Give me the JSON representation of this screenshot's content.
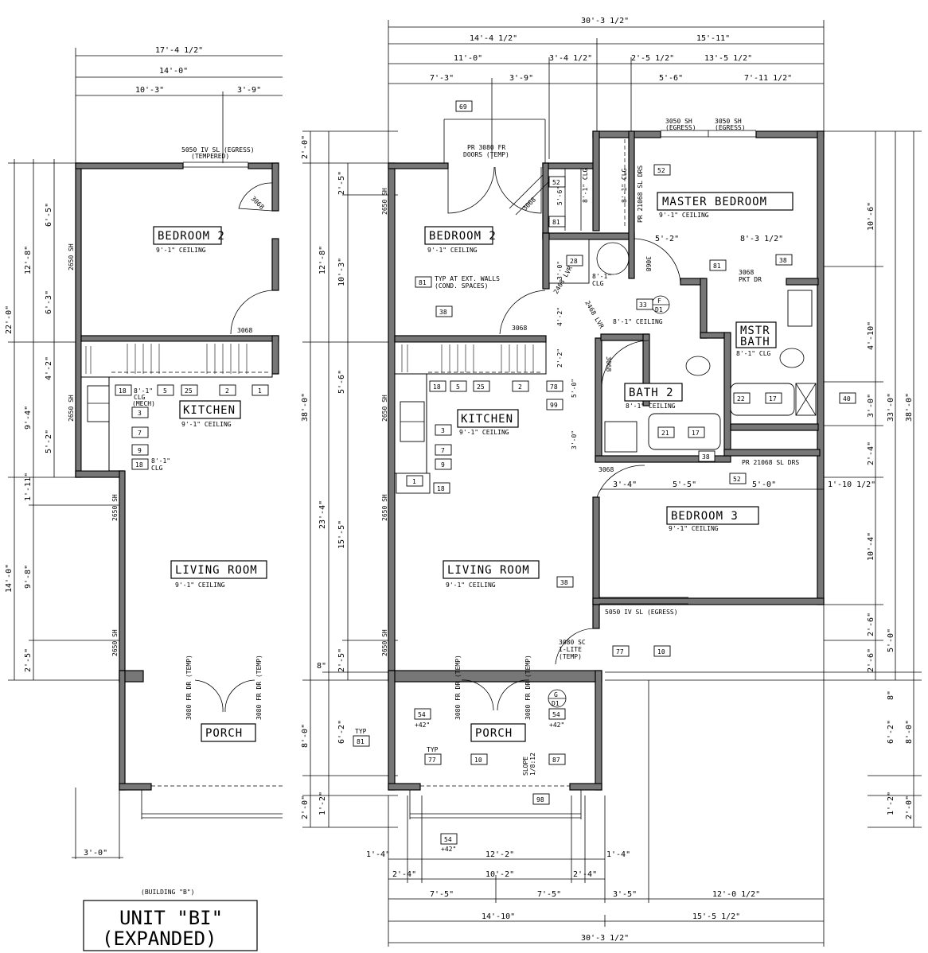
{
  "title_block": {
    "building": "(BUILDING \"B\")",
    "unit_line1": "UNIT \"BI\"",
    "unit_line2": "(EXPANDED)"
  },
  "left_plan": {
    "top_dims": [
      "17'-4 1/2\"",
      "14'-0\"",
      "10'-3\"",
      "3'-9\""
    ],
    "left_dims": [
      "22'-0\"",
      "12'-8\"",
      "6'-5\"",
      "6'-3\"",
      "9'-4\"",
      "4'-2\"",
      "5'-2\"",
      "14'-0\"",
      "1'-11\"",
      "9'-8\"",
      "2'-5\""
    ],
    "bottom_dim": "3'-0\"",
    "window_top": "5050 IV SL (EGRESS)",
    "window_top_sub": "(TEMPERED)",
    "windows_side": [
      "2650 SH",
      "2650 SH",
      "2650 SH",
      "2650 SH"
    ],
    "door": "3068",
    "door2": "3068",
    "rooms": {
      "bedroom": "BEDROOM 2",
      "bedroom_ceiling": "9'-1\" CEILING",
      "kitchen": "KITCHEN",
      "kitchen_ceiling": "9'-1\" CEILING",
      "living": "LIVING ROOM",
      "living_ceiling": "9'-1\" CEILING",
      "porch": "PORCH"
    },
    "clg_mech": [
      "8'-1\"",
      "CLG",
      "(MECH)"
    ],
    "clg_small": [
      "8'-1\"",
      "CLG"
    ],
    "porch_doors": [
      "3080 FR DR (TEMP)",
      "3080 FR DR (TEMP)"
    ],
    "tags": [
      "18",
      "5",
      "25",
      "2",
      "1",
      "3",
      "7",
      "9",
      "18"
    ]
  },
  "right_plan": {
    "top_dims": [
      "30'-3 1/2\"",
      "14'-4 1/2\"",
      "15'-11\"",
      "11'-0\"",
      "3'-4 1/2\"",
      "2'-5 1/2\"",
      "13'-5 1/2\"",
      "7'-3\"",
      "3'-9\"",
      "5'-6\"",
      "7'-11 1/2\""
    ],
    "left_dims": [
      "2'-0\"",
      "12'-8\"",
      "2'-5\"",
      "10'-3\"",
      "38'-0\"",
      "5'-6\"",
      "23'-4\"",
      "15'-5\"",
      "2'-5\"",
      "8\"",
      "6'-2\"",
      "8'-0\"",
      "2'-0\"",
      "1'-2\""
    ],
    "right_dims": [
      "10'-6\"",
      "33'-0\"",
      "38'-0\"",
      "4'-10\"",
      "3'-0\"",
      "2'-4\"",
      "10'-4\"",
      "2'-6\"",
      "5'-0\"",
      "2'-6\"",
      "8\"",
      "6'-2\"",
      "8'-0\"",
      "1'-2\"",
      "2'-0\""
    ],
    "bottom_dims": [
      "1'-4\"",
      "12'-2\"",
      "1'-4\"",
      "2'-4\"",
      "10'-2\"",
      "2'-4\"",
      "7'-5\"",
      "7'-5\"",
      "3'-5\"",
      "12'-0 1/2\"",
      "14'-10\"",
      "15'-5 1/2\"",
      "30'-3 1/2\""
    ],
    "windows_top": [
      "3050 SH",
      "(EGRESS)",
      "3050 SH",
      "(EGRESS)"
    ],
    "doors_top": [
      "PR 3080 FR",
      "DOORS (TEMP)"
    ],
    "windows_side": [
      "2650 SH",
      "2650 SH",
      "2650 SH",
      "2650 SH"
    ],
    "rooms": {
      "bedroom2": "BEDROOM 2",
      "bedroom2_ceiling": "9'-1\" CEILING",
      "master": "MASTER BEDROOM",
      "master_ceiling": "9'-1\" CEILING",
      "master_bath1": "MSTR",
      "master_bath2": "BATH",
      "master_bath_clg": "8'-1\" CLG",
      "bath2": "BATH 2",
      "bath2_ceiling": "8'-1\" CEILING",
      "kitchen": "KITCHEN",
      "kitchen_ceiling": "9'-1\" CEILING",
      "bedroom3": "BEDROOM 3",
      "bedroom3_ceiling": "9'-1\" CEILING",
      "living": "LIVING ROOM",
      "living_ceiling": "9'-1\" CEILING",
      "porch": "PORCH"
    },
    "notes": {
      "typ_walls1": "TYP AT EXT. WALLS",
      "typ_walls2": "(COND. SPACES)",
      "clg1": "8'-1\" CLG",
      "clg2": "8'-1\" CLG",
      "hall_clg": "8'-1\" CEILING",
      "closet_clg": "8'-1\"",
      "closet_clg2": "CLG",
      "pkt1": "3068",
      "pkt2": "PKT DR",
      "pr_sl": "PR 21068 SL DRS",
      "pr_sl2": "PR 21068 SL DRS",
      "egress_bottom": "5050 IV SL (EGRESS)",
      "entry_door1": "3080 SC",
      "entry_door2": "1-LITE",
      "entry_door3": "(TEMP)",
      "slope1": "SLOPE",
      "slope2": "1/8:12",
      "typ": "TYP",
      "typ2": "TYP",
      "lvr1": "2468 LVR",
      "lvr2": "2468 LVR",
      "plus42a": "+42\"",
      "plus42b": "+42\"",
      "plus42c": "+42\"",
      "porch_doors": [
        "3080 FR DR (TEMP)",
        "3080 FR DR (TEMP)"
      ],
      "door3068": [
        "3068",
        "3068",
        "3068",
        "3068",
        "3068"
      ],
      "door_5_6": "5'-6\"",
      "door_8_1": "8'-1\"",
      "door_3_0": "3'-0\"",
      "door_4_2": "4'-2\"",
      "door_2_2": "2'-2\"",
      "door_5_0": "5'-0\"",
      "door_3_0b": "3'-0\"",
      "dim_5_2": "5'-2\"",
      "dim_8_3": "8'-3 1/2\"",
      "dim_3_4": "3'-4\"",
      "dim_5_5": "5'-5\"",
      "dim_5_0": "5'-0\"",
      "dim_1_10": "1'-10 1/2\""
    },
    "tags": [
      "69",
      "52",
      "52",
      "81",
      "28",
      "81",
      "38",
      "81",
      "33",
      "38",
      "99",
      "18",
      "5",
      "25",
      "2",
      "78",
      "3",
      "7",
      "9",
      "1",
      "18",
      "22",
      "17",
      "21",
      "17",
      "40",
      "38",
      "52",
      "38",
      "77",
      "10",
      "54",
      "54",
      "81",
      "77",
      "10",
      "87",
      "98",
      "54"
    ],
    "symbols": [
      "F",
      "D1",
      "G",
      "D1"
    ]
  }
}
